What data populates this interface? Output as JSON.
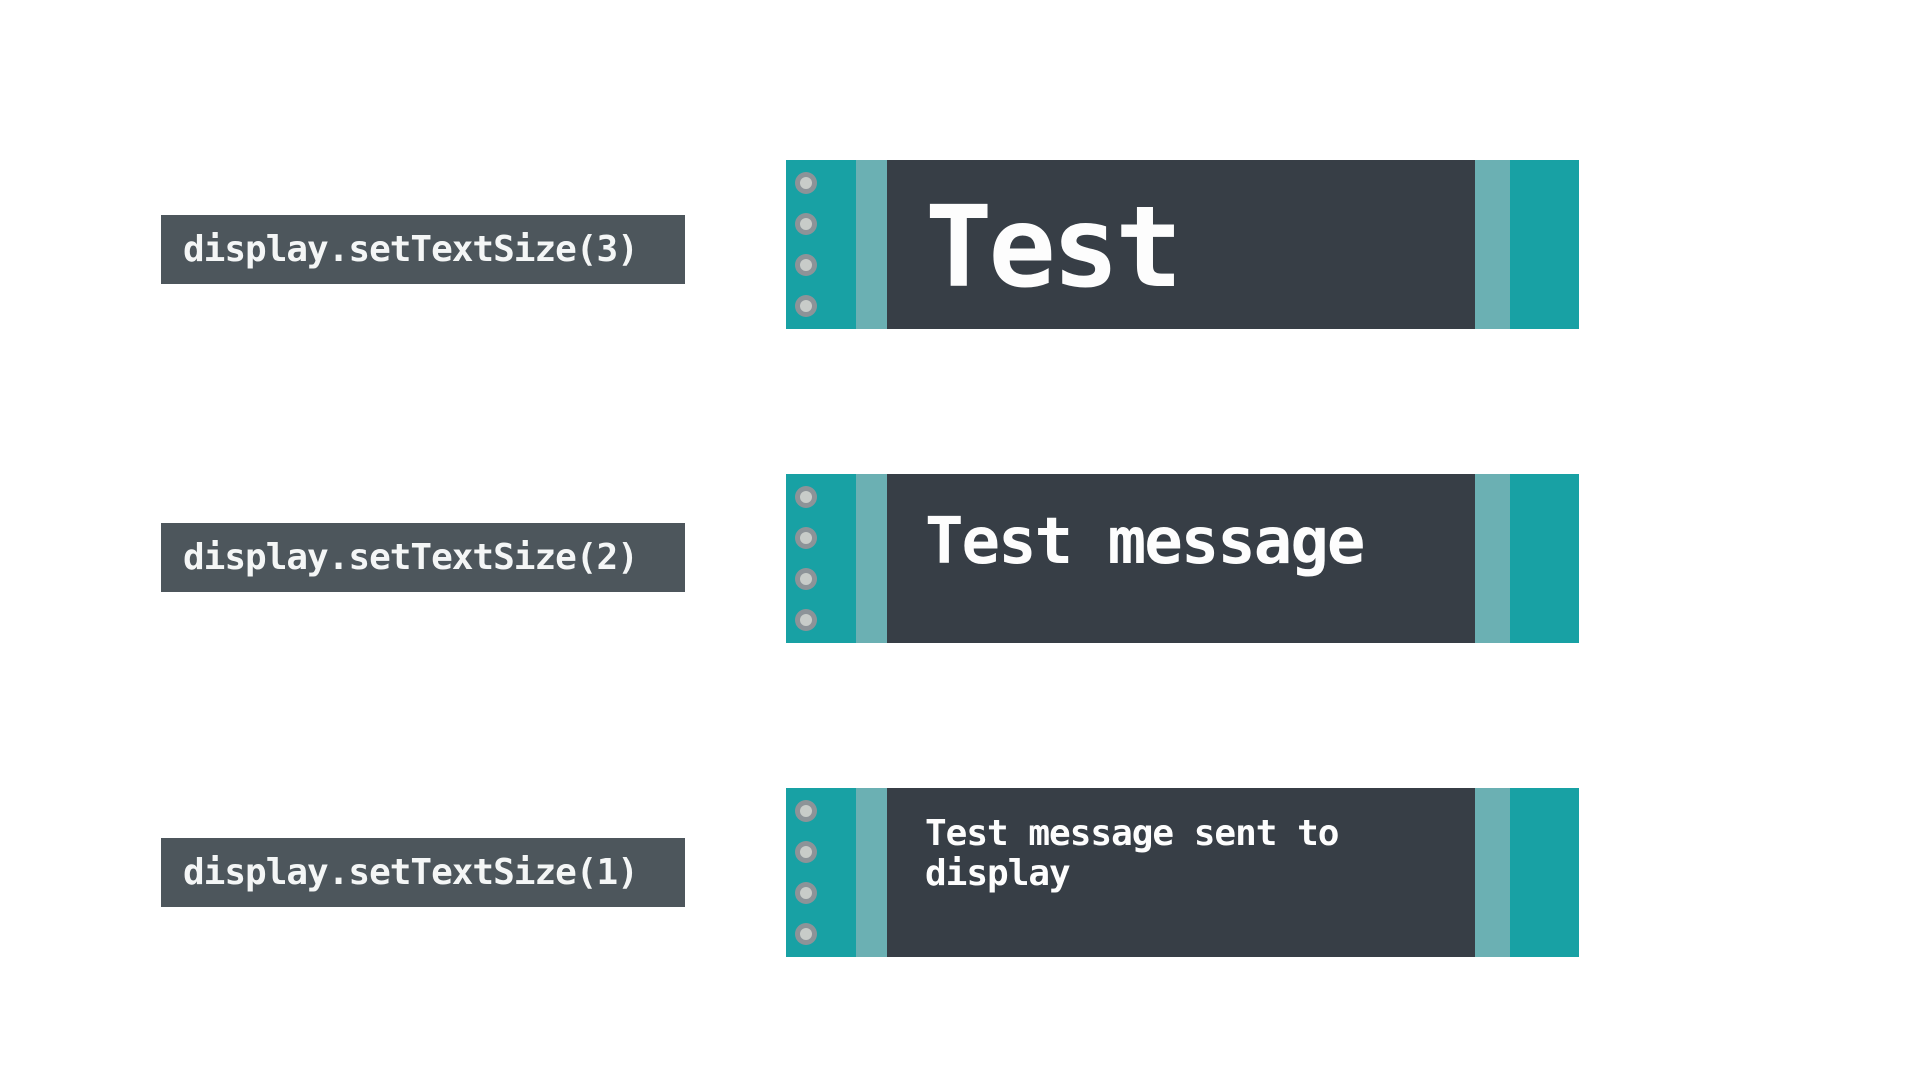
{
  "colors": {
    "teal": "#18a1a4",
    "light_teal": "#6bb0b3",
    "display_dark": "#373e46",
    "label_bg": "#4d565c",
    "text_light": "#f4f6f6",
    "display_text": "#fdfdfd",
    "pin_ring": "#8d9398",
    "pin_center": "#c8ccc9"
  },
  "rows": [
    {
      "label": "display.setTextSize(3)",
      "text_size": 3,
      "lines": [
        "Test",
        ""
      ]
    },
    {
      "label": "display.setTextSize(2)",
      "text_size": 2,
      "lines": [
        "Test message",
        ""
      ]
    },
    {
      "label": "display.setTextSize(1)",
      "text_size": 1,
      "lines": [
        "Test message sent to",
        "display"
      ]
    }
  ]
}
